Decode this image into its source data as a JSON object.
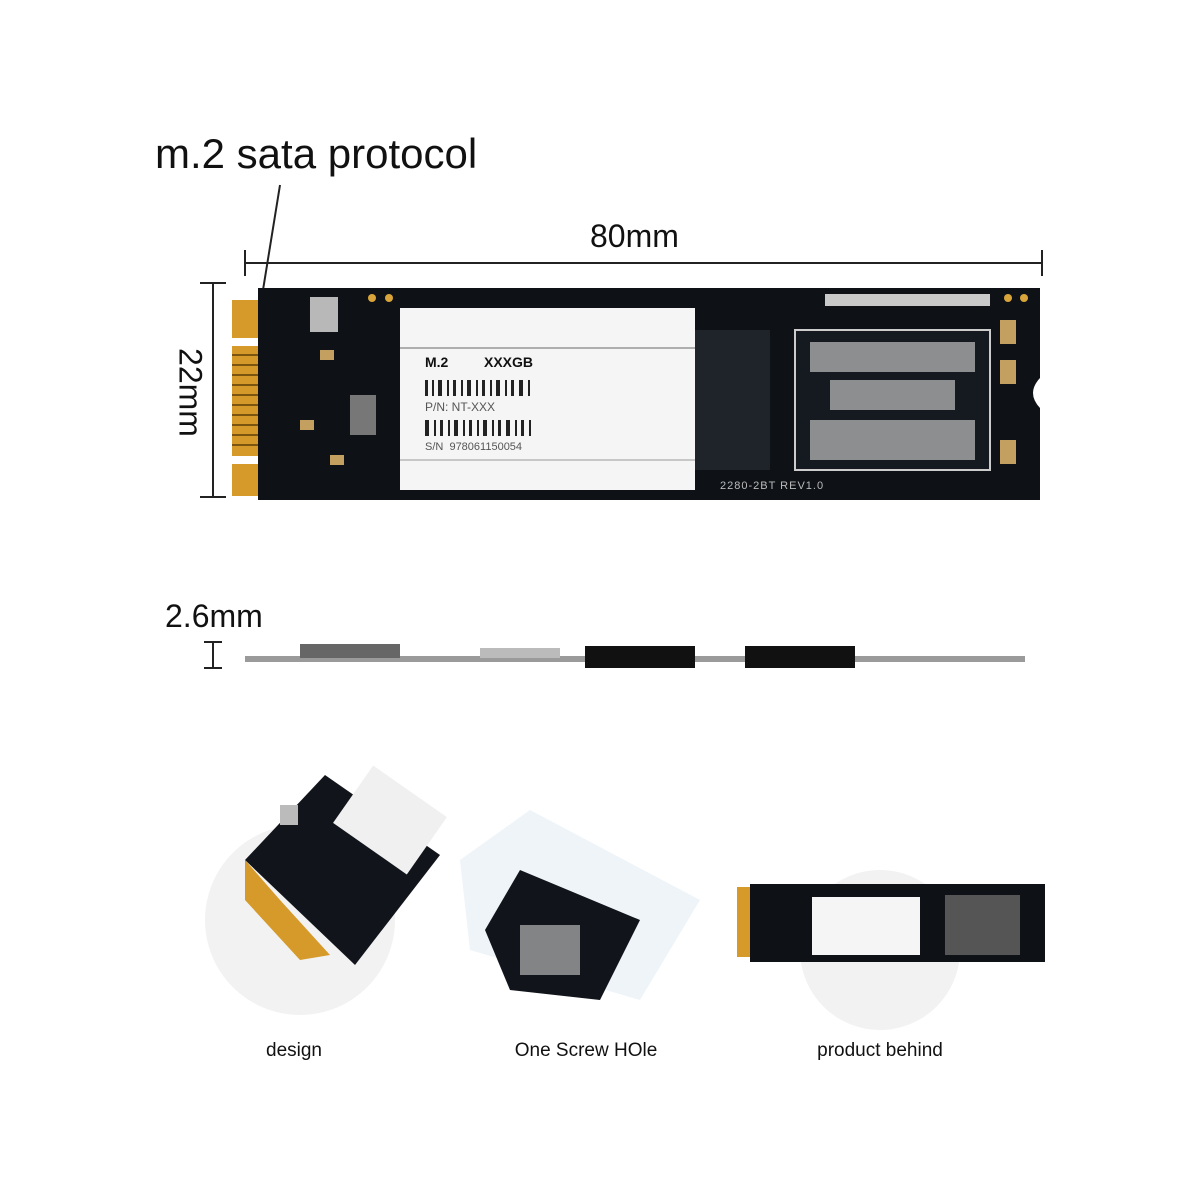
{
  "title": "m.2 sata protocol",
  "dimensions": {
    "length": "80mm",
    "width": "22mm",
    "thickness": "2.6mm"
  },
  "label": {
    "model": "M.2",
    "capacity": "XXXGB",
    "pn": "P/N: NT-XXX",
    "sn": "S/N  978061150054"
  },
  "board_marking": "2280-2BT REV1.0",
  "captions": [
    "design",
    "One Screw HOle",
    "product behind"
  ]
}
